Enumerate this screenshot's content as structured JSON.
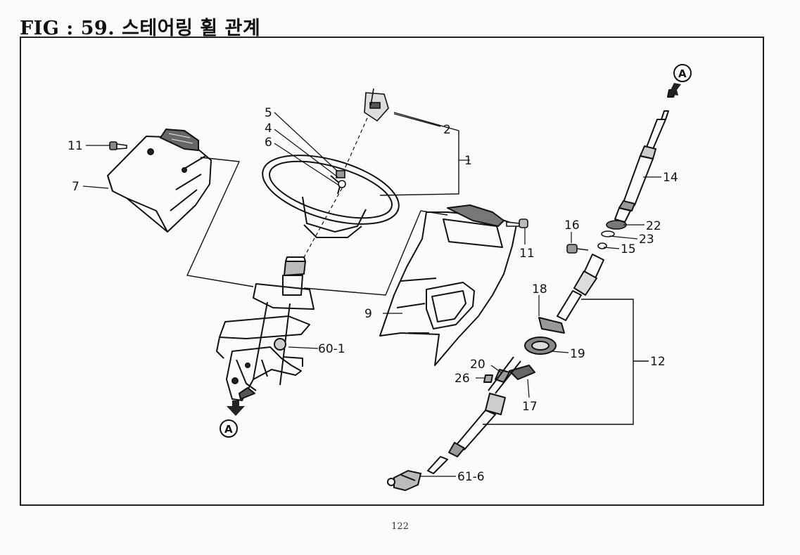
{
  "figure": {
    "title": "FIG : 59.  스테어링 휠 관계",
    "page_number": "122"
  },
  "callouts": {
    "c1": "1",
    "c2": "2",
    "c4": "4",
    "c5": "5",
    "c6": "6",
    "c7": "7",
    "c9": "9",
    "c11a": "11",
    "c11b": "11",
    "c12": "12",
    "c14": "14",
    "c15": "15",
    "c16": "16",
    "c17": "17",
    "c18": "18",
    "c19": "19",
    "c20": "20",
    "c22": "22",
    "c23": "23",
    "c26": "26",
    "c60_1": "60-1",
    "c61_6": "61-6"
  },
  "references": {
    "top": "A",
    "bottom": "A"
  }
}
